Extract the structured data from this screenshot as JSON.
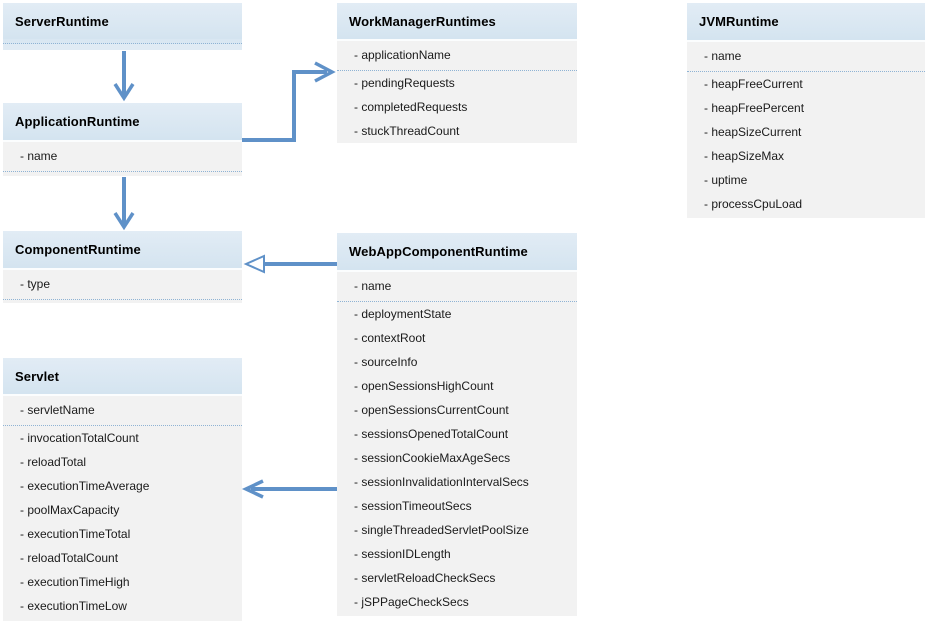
{
  "diagram_type": "uml-class-diagram",
  "colors": {
    "header_bg": "#d9e7f2",
    "body_bg": "#f2f2f2",
    "divider": "#8fb3d4",
    "arrow": "#5f91c8",
    "text": "#1a1a1a",
    "background": "#ffffff"
  },
  "classes": {
    "server_runtime": {
      "title": "ServerRuntime",
      "key_attributes": [],
      "attributes": []
    },
    "application_runtime": {
      "title": "ApplicationRuntime",
      "key_attributes": [
        "- name"
      ],
      "attributes": []
    },
    "component_runtime": {
      "title": "ComponentRuntime",
      "key_attributes": [
        "- type"
      ],
      "attributes": []
    },
    "servlet": {
      "title": "Servlet",
      "key_attributes": [
        "- servletName"
      ],
      "attributes": [
        "- invocationTotalCount",
        "- reloadTotal",
        "- executionTimeAverage",
        "- poolMaxCapacity",
        "- executionTimeTotal",
        "- reloadTotalCount",
        "- executionTimeHigh",
        "- executionTimeLow"
      ]
    },
    "work_manager_runtimes": {
      "title": "WorkManagerRuntimes",
      "key_attributes": [
        "- applicationName"
      ],
      "attributes": [
        "- pendingRequests",
        "- completedRequests",
        "- stuckThreadCount"
      ]
    },
    "web_app_component_runtime": {
      "title": "WebAppComponentRuntime",
      "key_attributes": [
        "- name"
      ],
      "attributes": [
        "- deploymentState",
        "- contextRoot",
        "- sourceInfo",
        "- openSessionsHighCount",
        "- openSessionsCurrentCount",
        "- sessionsOpenedTotalCount",
        "- sessionCookieMaxAgeSecs",
        "- sessionInvalidationIntervalSecs",
        "- sessionTimeoutSecs",
        "- singleThreadedServletPoolSize",
        "- sessionIDLength",
        "- servletReloadCheckSecs",
        "- jSPPageCheckSecs"
      ]
    },
    "jvm_runtime": {
      "title": "JVMRuntime",
      "key_attributes": [
        "- name"
      ],
      "attributes": [
        "- heapFreeCurrent",
        "- heapFreePercent",
        "- heapSizeCurrent",
        "- heapSizeMax",
        "- uptime",
        "- processCpuLoad"
      ]
    }
  },
  "relationships": [
    {
      "from": "ServerRuntime",
      "to": "ApplicationRuntime",
      "arrowhead": "open-v"
    },
    {
      "from": "ApplicationRuntime",
      "to": "WorkManagerRuntimes",
      "arrowhead": "open-v"
    },
    {
      "from": "ApplicationRuntime",
      "to": "ComponentRuntime",
      "arrowhead": "open-v"
    },
    {
      "from": "WebAppComponentRuntime",
      "to": "ComponentRuntime",
      "arrowhead": "hollow-triangle"
    },
    {
      "from": "WebAppComponentRuntime",
      "to": "Servlet",
      "arrowhead": "open-v"
    }
  ]
}
